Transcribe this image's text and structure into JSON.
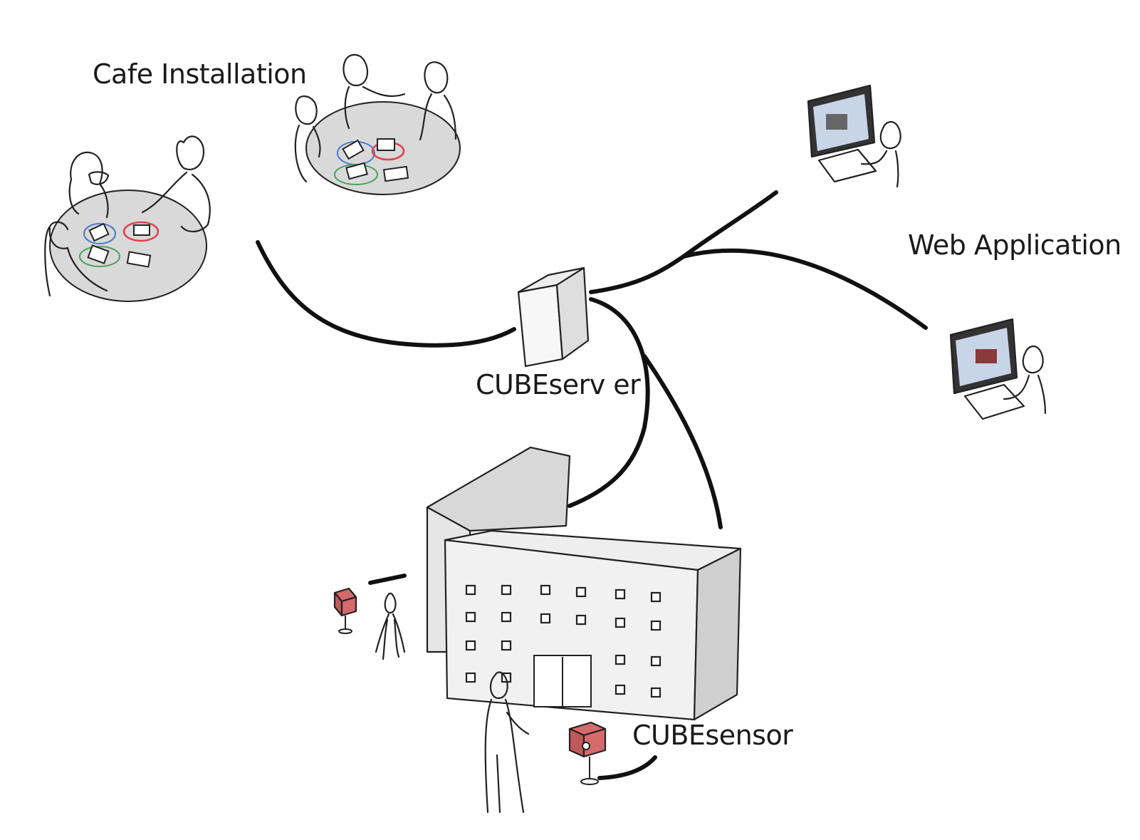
{
  "labels": {
    "cafe": "Cafe Installation",
    "web": "Web Application",
    "server": "CUBEserv er",
    "sensor": "CUBEsensor"
  },
  "colors": {
    "ink": "#222222",
    "table": "#d9d9d9",
    "sensor": "#d46a6a",
    "ring_red": "#e0404a",
    "ring_blue": "#4a7bd0",
    "ring_green": "#49a35c",
    "building": "#e6e6e6"
  },
  "icons": [
    "cafe-table-group-icon",
    "computer-user-icon",
    "server-tower-icon",
    "office-building-icon",
    "person-icon",
    "cube-sensor-icon"
  ]
}
